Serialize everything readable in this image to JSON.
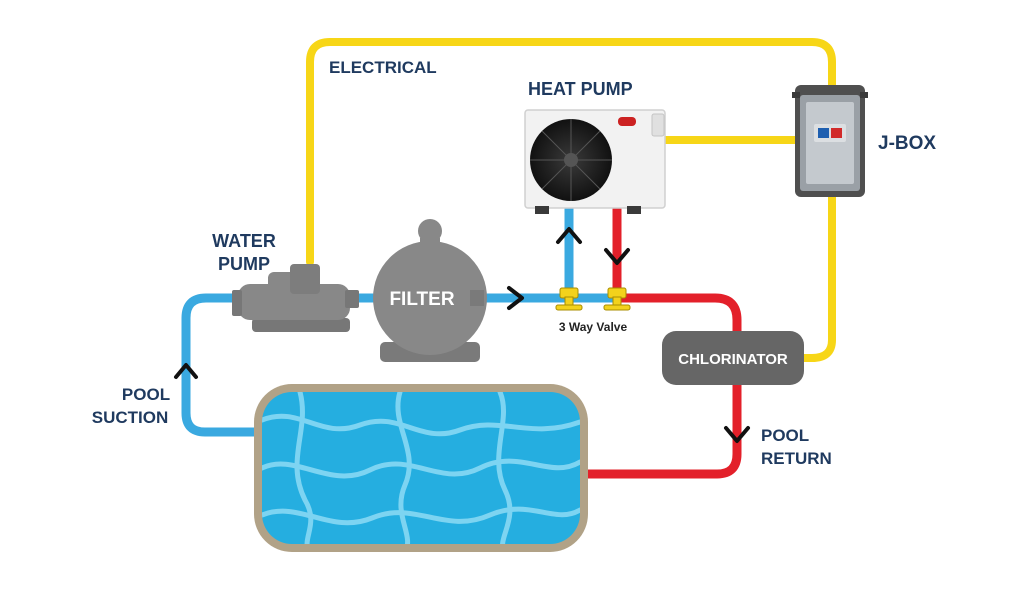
{
  "labels": {
    "electrical": "ELECTRICAL",
    "heat_pump": "HEAT PUMP",
    "j_box": "J-BOX",
    "water_pump_line1": "WATER",
    "water_pump_line2": "PUMP",
    "filter": "FILTER",
    "valve": "3 Way Valve",
    "chlorinator": "CHLORINATOR",
    "pool_suction_line1": "POOL",
    "pool_suction_line2": "SUCTION",
    "pool_return_line1": "POOL",
    "pool_return_line2": "RETURN"
  },
  "colors": {
    "electrical": "#f7d617",
    "cold_water": "#3aa9e0",
    "hot_water": "#e3202a",
    "label_text": "#1f3a5f",
    "equipment": "#888888",
    "chlorinator": "#666666",
    "pool_water": "#25aee0",
    "pool_rim": "#b1a287",
    "valve": "#f3d21c"
  }
}
